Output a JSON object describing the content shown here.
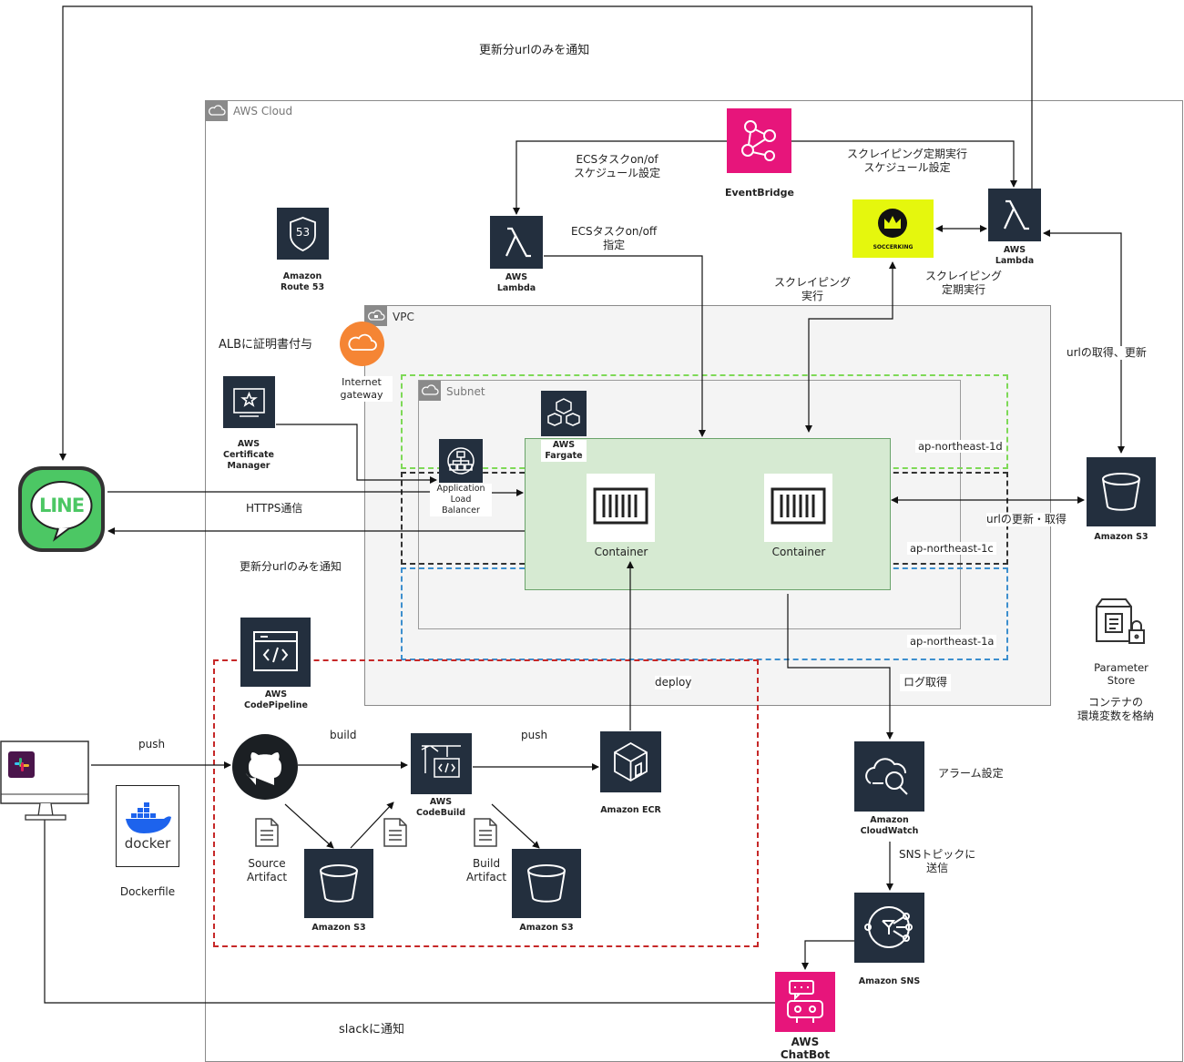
{
  "groups": {
    "aws_cloud": "AWS Cloud",
    "vpc": "VPC",
    "subnet": "Subnet",
    "az_1d": "ap-northeast-1d",
    "az_1c": "ap-northeast-1c",
    "az_1a": "ap-northeast-1a"
  },
  "services": {
    "eventbridge": "EventBridge",
    "soccerking": "SOCCERKING",
    "lambda_top_right": [
      "AWS",
      "Lambda"
    ],
    "lambda_middle": [
      "AWS",
      "Lambda"
    ],
    "route53": [
      "Amazon",
      "Route 53"
    ],
    "route53_badge": "53",
    "internet_gateway": [
      "Internet",
      "gateway"
    ],
    "certificate_manager": [
      "AWS",
      "Certificate",
      "Manager"
    ],
    "alb": [
      "Application",
      "Load",
      "Balancer"
    ],
    "fargate": [
      "AWS",
      "Fargate"
    ],
    "container_1": "Container",
    "container_2": "Container",
    "s3_right": "Amazon S3",
    "parameter_store": [
      "Parameter",
      "Store"
    ],
    "codepipeline": [
      "AWS",
      "CodePipeline"
    ],
    "codebuild": [
      "AWS",
      "CodeBuild"
    ],
    "ecr": "Amazon ECR",
    "s3_source": "Amazon S3",
    "s3_build": "Amazon S3",
    "cloudwatch": [
      "Amazon",
      "CloudWatch"
    ],
    "sns": "Amazon SNS",
    "chatbot": [
      "AWS",
      "ChatBot"
    ],
    "line": "LINE",
    "docker": "docker",
    "dockerfile": "Dockerfile",
    "source_artifact": [
      "Source",
      "Artifact"
    ],
    "build_artifact": [
      "Build",
      "Artifact"
    ]
  },
  "edge_labels": {
    "notify_top": "更新分urlのみを通知",
    "ecs_schedule": [
      "ECSタスクon/of",
      "スケジュール設定"
    ],
    "scraping_schedule": [
      "スクレイピング定期実行",
      "スケジュール設定"
    ],
    "ecs_onoff": [
      "ECSタスクon/off",
      "指定"
    ],
    "scraping_exec": [
      "スクレイピング",
      "実行"
    ],
    "scraping_periodic": [
      "スクレイピング",
      "定期実行"
    ],
    "alb_cert": "ALBに証明書付与",
    "url_get_update": "urlの取得、更新",
    "https": "HTTPS通信",
    "url_update_get": "urlの更新・取得",
    "notify_mid": "更新分urlのみを通知",
    "deploy": "deploy",
    "log": "ログ取得",
    "push1": "push",
    "build": "build",
    "push2": "push",
    "alarm": "アラーム設定",
    "sns_topic": [
      "SNSトピックに",
      "送信"
    ],
    "slack_notify": "slackに通知",
    "container_env": [
      "コンテナの",
      "環境変数を格納"
    ]
  },
  "colors": {
    "aws_dark": "#232f3e",
    "eventbridge": "#e7157b",
    "soccerking_bg": "#e5f70d",
    "container_fill": "#d6ead2",
    "igw_orange": "#f58534",
    "line_green": "#4cc764",
    "az_1d": "#7ed957",
    "az_1a": "#3d8fce",
    "pipeline_red": "#c62828"
  }
}
